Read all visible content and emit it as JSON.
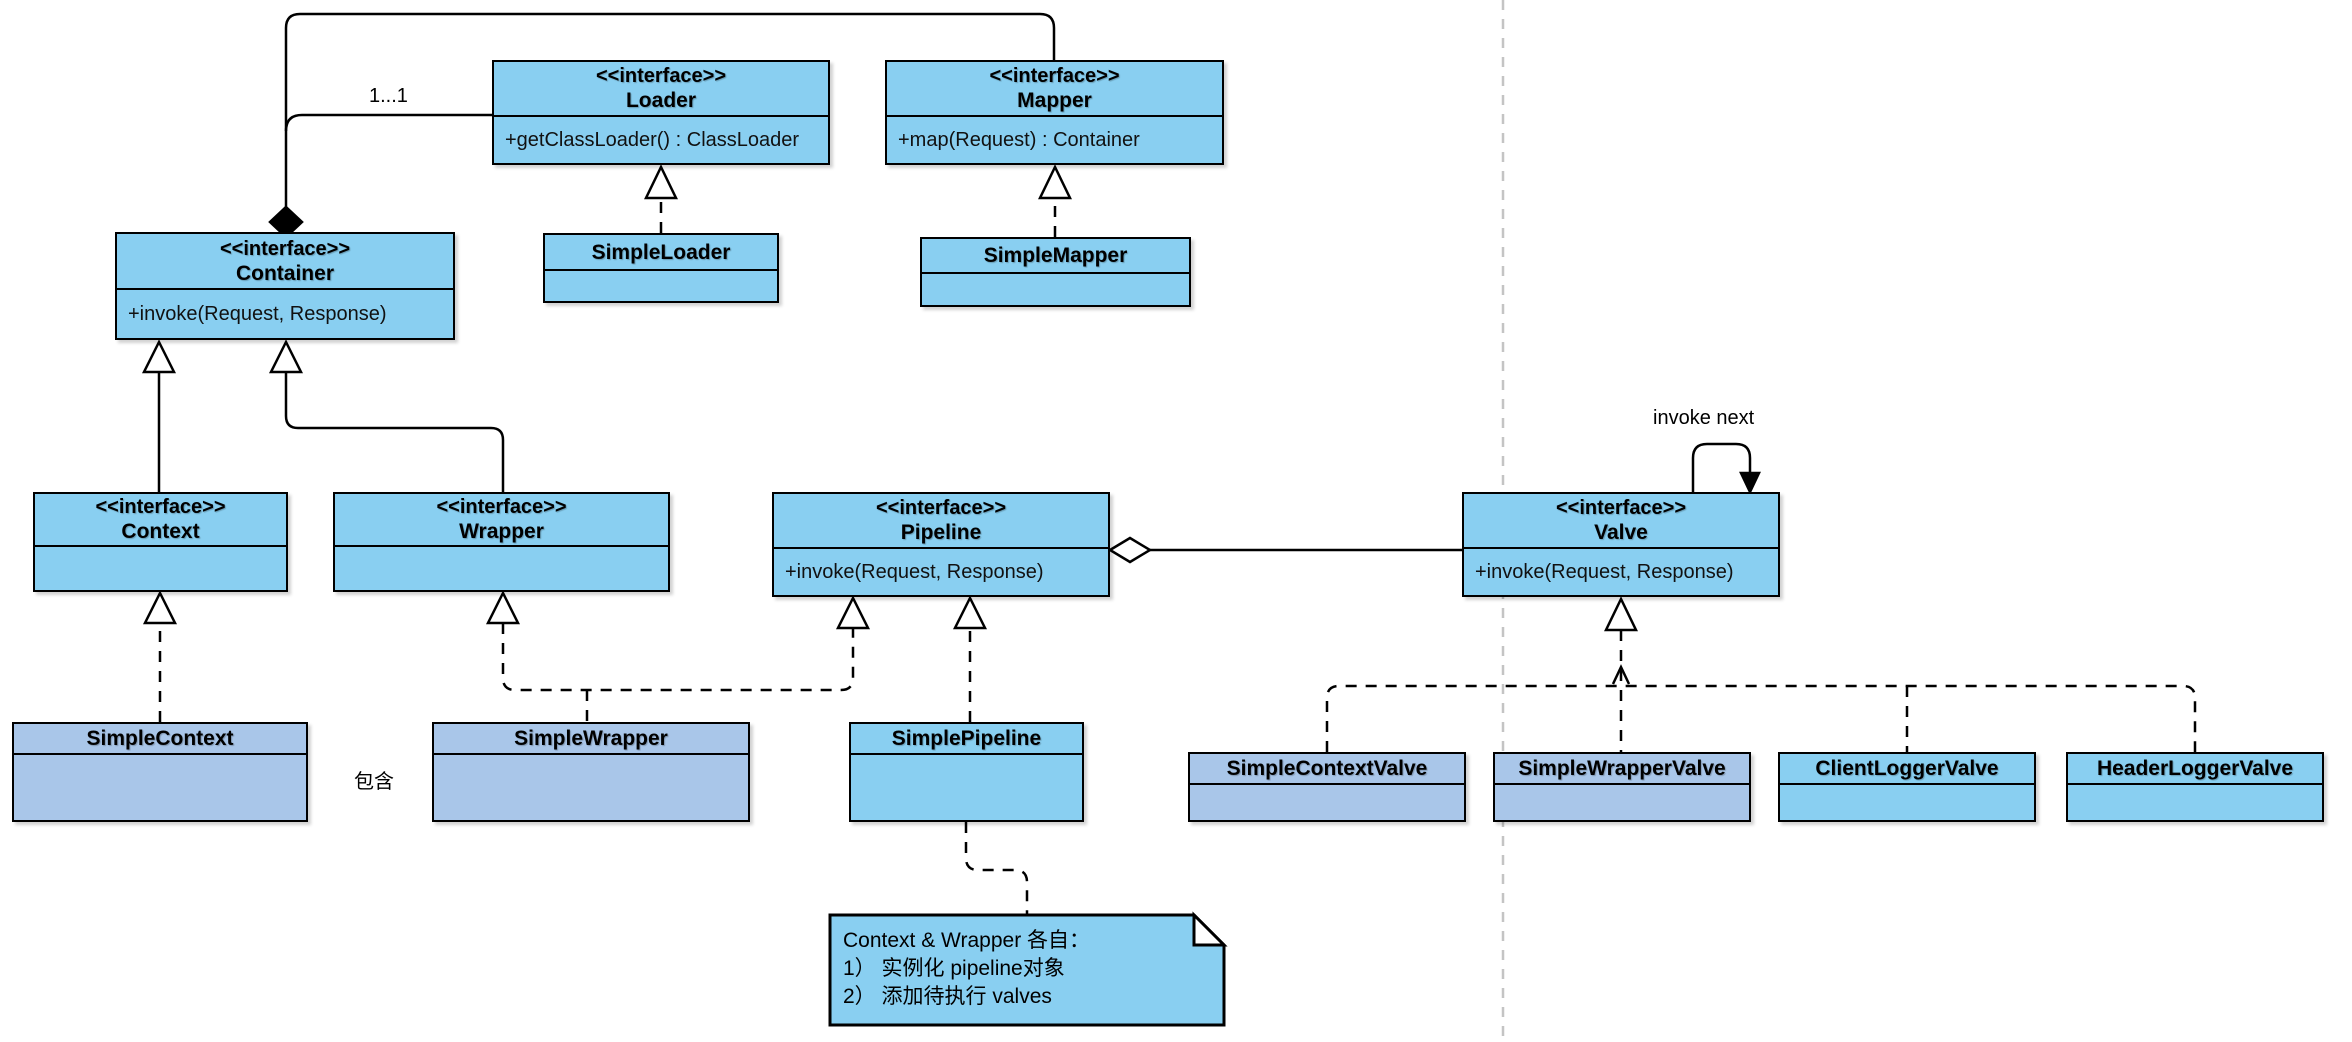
{
  "diagram": {
    "classes": {
      "loader": {
        "stereotype": "<<interface>>",
        "name": "Loader",
        "method": "+getClassLoader() : ClassLoader"
      },
      "mapper": {
        "stereotype": "<<interface>>",
        "name": "Mapper",
        "method": "+map(Request) :  Container"
      },
      "container": {
        "stereotype": "<<interface>>",
        "name": "Container",
        "method": "+invoke(Request, Response)"
      },
      "simple_loader": {
        "name": "SimpleLoader"
      },
      "simple_mapper": {
        "name": "SimpleMapper"
      },
      "context": {
        "stereotype": "<<interface>>",
        "name": "Context"
      },
      "wrapper": {
        "stereotype": "<<interface>>",
        "name": "Wrapper"
      },
      "pipeline": {
        "stereotype": "<<interface>>",
        "name": "Pipeline",
        "method": "+invoke(Request, Response)"
      },
      "valve": {
        "stereotype": "<<interface>>",
        "name": "Valve",
        "method": "+invoke(Request, Response)"
      },
      "simple_context": {
        "name": "SimpleContext"
      },
      "simple_wrapper": {
        "name": "SimpleWrapper"
      },
      "simple_pipeline": {
        "name": "SimplePipeline"
      },
      "simple_context_valve": {
        "name": "SimpleContextValve"
      },
      "simple_wrapper_valve": {
        "name": "SimpleWrapperValve"
      },
      "client_logger_valve": {
        "name": "ClientLoggerValve"
      },
      "header_logger_valve": {
        "name": "HeaderLoggerValve"
      }
    },
    "labels": {
      "multiplicity": "1...1",
      "contains": "包含",
      "invoke_next": "invoke next"
    },
    "note": {
      "lines": [
        "Context & Wrapper 各自：",
        "1）  实例化 pipeline对象",
        "2）  添加待执行 valves"
      ]
    },
    "colors": {
      "class_fill_sky": "#89CFF1",
      "class_fill_periwinkle": "#A9C6E9",
      "line": "#000000",
      "divider": "#C4C4C4"
    }
  }
}
